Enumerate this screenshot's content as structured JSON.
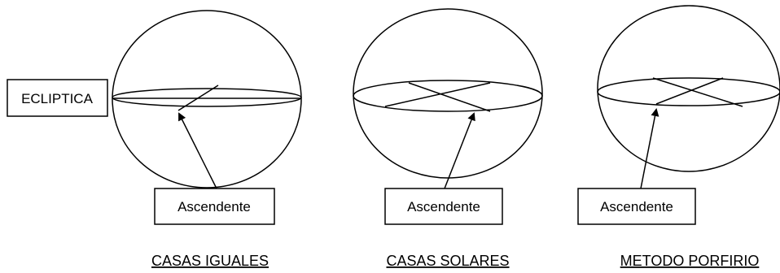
{
  "labels": {
    "ecliptica": "ECLIPTICA",
    "ascendente": "Ascendente"
  },
  "captions": [
    "CASAS IGUALES",
    "CASAS SOLARES",
    "METODO PORFIRIO"
  ],
  "colors": {
    "stroke": "#000000",
    "background": "#ffffff"
  }
}
